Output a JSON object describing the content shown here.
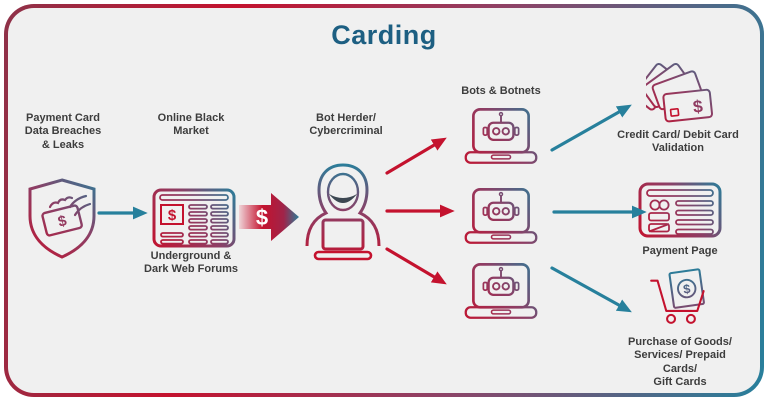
{
  "title": "Carding",
  "palette": {
    "red": "#c4122e",
    "teal": "#27809c",
    "purple_mid": "#8c3f66",
    "title_blue": "#1d5f82",
    "label_text": "#3d3d3d",
    "panel_bg": "#f0f0f0",
    "border_maroon": "#8e3249",
    "face_shadow": "#3c4752"
  },
  "icon_symbols": {
    "dollar": "$"
  },
  "nodes": {
    "data_breaches": {
      "label": "Payment Card\nData Breaches\n& Leaks",
      "icon": "shield-hand-card-icon"
    },
    "black_market": {
      "label": "Online Black\nMarket",
      "sublabel": "Underground &\nDark Web Forums",
      "icon": "marketplace-listing-icon"
    },
    "money_transfer": {
      "icon": "dollar-arrow-icon",
      "symbol": "$"
    },
    "bot_herder": {
      "label": "Bot Herder/\nCybercriminal",
      "icon": "hooded-hacker-icon"
    },
    "bots": {
      "label": "Bots & Botnets",
      "icon": "bot-laptop-icon",
      "count": 3
    },
    "card_validation": {
      "label": "Credit Card/ Debit Card\nValidation",
      "icon": "credit-cards-icon"
    },
    "payment_page": {
      "label": "Payment Page",
      "icon": "payment-form-icon"
    },
    "purchase": {
      "label": "Purchase of Goods/\nServices/ Prepaid Cards/\nGift Cards",
      "icon": "shopping-cart-icon"
    }
  },
  "edges": [
    {
      "from": "data_breaches",
      "to": "black_market",
      "color": "teal"
    },
    {
      "from": "black_market",
      "to": "bot_herder",
      "color": "red",
      "symbol": "$"
    },
    {
      "from": "bot_herder",
      "to": "bot_1",
      "color": "red"
    },
    {
      "from": "bot_herder",
      "to": "bot_2",
      "color": "red"
    },
    {
      "from": "bot_herder",
      "to": "bot_3",
      "color": "red"
    },
    {
      "from": "bot_1",
      "to": "card_validation",
      "color": "teal"
    },
    {
      "from": "bot_2",
      "to": "payment_page",
      "color": "teal"
    },
    {
      "from": "bot_3",
      "to": "purchase",
      "color": "teal"
    }
  ]
}
